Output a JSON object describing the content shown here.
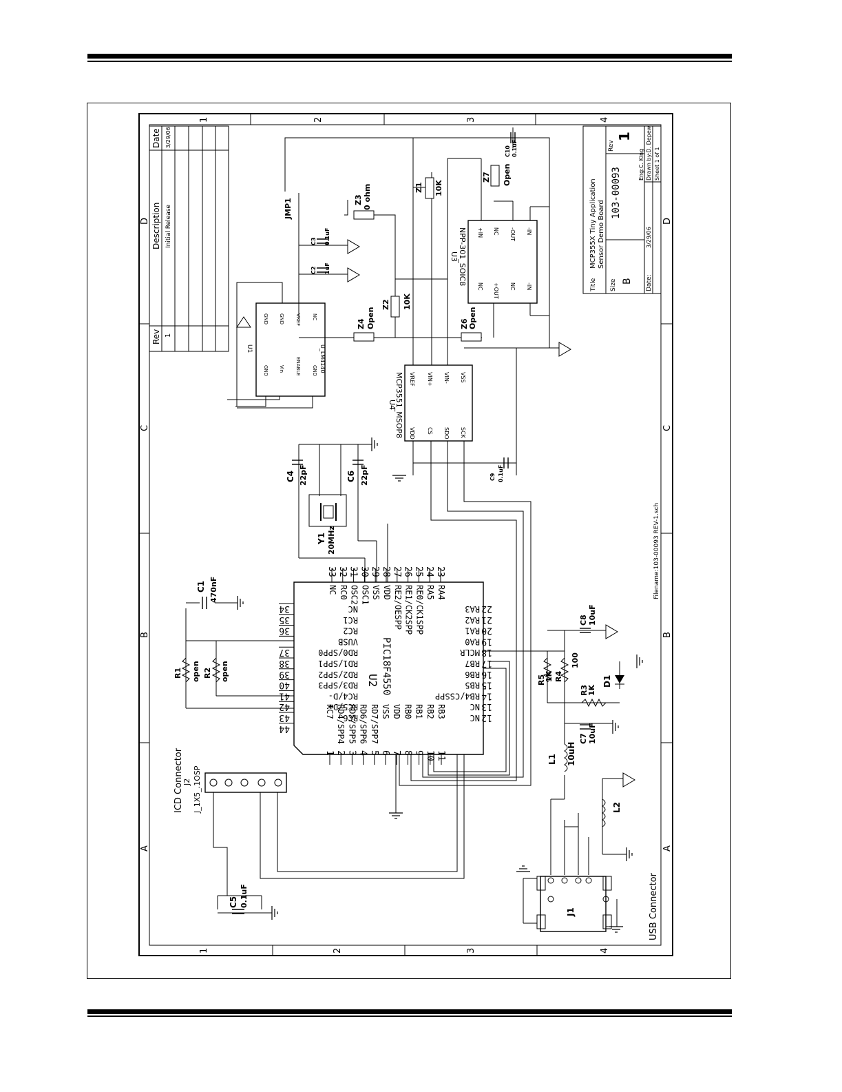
{
  "title_block": {
    "title_label": "Title",
    "title_line1": "MCP355X Tiny Application",
    "title_line2": "Sensor Demo Board",
    "size_label": "Size",
    "size": "B",
    "doc_number": "103-00093",
    "rev_label": "Rev",
    "rev": "1",
    "date_label": "Date:",
    "date": "3/29/06",
    "engineer": "Eng:C. King",
    "drawn_by": "Drawn by:D. Depew",
    "sheet": "Sheet 1 of   1",
    "filename": "Filename:103-00093  REV-1.sch"
  },
  "revision_table": {
    "headers": [
      "Rev",
      "Description",
      "Date"
    ],
    "rows": [
      {
        "rev": "1",
        "description": "Initial Release",
        "date": "3/29/06"
      }
    ]
  },
  "border_zones": {
    "numbers": [
      "1",
      "2",
      "3",
      "4"
    ],
    "letters": [
      "A",
      "B",
      "C",
      "D"
    ]
  },
  "components": {
    "U1": {
      "ref": "U1",
      "part": "U_LM4140",
      "pins": {
        "p1": "GND",
        "p2": "Vin",
        "p3": "ENABLE",
        "p4": "GND",
        "p5": "NC",
        "p6": "VREF",
        "p7": "GND",
        "p8": "GND"
      }
    },
    "U2": {
      "ref": "U2",
      "part": "PIC18F4550"
    },
    "U3": {
      "ref": "U3",
      "part": "NPP-301_SOIC8",
      "pins": {
        "p1": "NC",
        "p2": "+OUT",
        "p3": "NC",
        "p4": "-IN",
        "p5": "-IN",
        "p6": "-OUT",
        "p7": "NC",
        "p8": "+IN"
      }
    },
    "U4": {
      "ref": "U4",
      "part": "MCP3551_MSOP8",
      "pins": {
        "p1": "VREF",
        "p2": "VIN+",
        "p3": "VIN-",
        "p4": "VSS",
        "p5": "SCK",
        "p6": "SDO",
        "p7": "CS",
        "p8": "VDD"
      }
    },
    "Y1": {
      "ref": "Y1",
      "value": "20MHz"
    },
    "C1": {
      "ref": "C1",
      "value": "470nF"
    },
    "C2": {
      "ref": "C2",
      "value": "1uF"
    },
    "C3": {
      "ref": "C3",
      "value": "0.1uF"
    },
    "C4": {
      "ref": "C4",
      "value": "22pF"
    },
    "C5": {
      "ref": "C5",
      "value": "0.1uF"
    },
    "C6": {
      "ref": "C6",
      "value": "22pF"
    },
    "C7": {
      "ref": "C7",
      "value": "10uF"
    },
    "C8": {
      "ref": "C8",
      "value": "10uF"
    },
    "C9": {
      "ref": "C9",
      "value": "0.1uF"
    },
    "C10": {
      "ref": "C10",
      "value": "0.1uF"
    },
    "R1": {
      "ref": "R1",
      "value": "open"
    },
    "R2": {
      "ref": "R2",
      "value": "open"
    },
    "R3": {
      "ref": "R3",
      "value": "1K"
    },
    "R4": {
      "ref": "R4",
      "value": "100"
    },
    "R5": {
      "ref": "R5",
      "value": "1K"
    },
    "Z1": {
      "ref": "Z1",
      "value": "10K"
    },
    "Z2": {
      "ref": "Z2",
      "value": "10K"
    },
    "Z3": {
      "ref": "Z3",
      "value": "0 ohm"
    },
    "Z4": {
      "ref": "Z4",
      "value": "Open"
    },
    "Z6": {
      "ref": "Z6",
      "value": "Open"
    },
    "Z7": {
      "ref": "Z7",
      "value": "Open"
    },
    "L1": {
      "ref": "L1",
      "value": "10uH"
    },
    "L2": {
      "ref": "L2"
    },
    "D1": {
      "ref": "D1"
    },
    "J1": {
      "ref": "J1"
    },
    "J2": {
      "ref": "J2",
      "part": "J_1X5_.1OSP"
    },
    "JMP1": {
      "ref": "JMP1"
    }
  },
  "pic_pins": {
    "top": [
      {
        "num": "33",
        "name": "NC"
      },
      {
        "num": "32",
        "name": "RC0"
      },
      {
        "num": "31",
        "name": "OSC2"
      },
      {
        "num": "30",
        "name": "OSC1"
      },
      {
        "num": "29",
        "name": "VSS"
      },
      {
        "num": "28",
        "name": "VDD"
      },
      {
        "num": "27",
        "name": "RE2/OESPP"
      },
      {
        "num": "26",
        "name": "RE1/CK2SPP"
      },
      {
        "num": "25",
        "name": "RE0/CK1SPP"
      },
      {
        "num": "24",
        "name": "RA5"
      },
      {
        "num": "23",
        "name": "RA4"
      }
    ],
    "left": [
      {
        "num": "34",
        "name": "NC"
      },
      {
        "num": "35",
        "name": "RC1"
      },
      {
        "num": "36",
        "name": "RC2"
      },
      {
        "num": "",
        "name": "VUSB"
      },
      {
        "num": "37",
        "name": "RD0/SPP0"
      },
      {
        "num": "38",
        "name": "RD1/SPP1"
      },
      {
        "num": "39",
        "name": "RD2/SPP2"
      },
      {
        "num": "40",
        "name": "RD3/SPP3"
      },
      {
        "num": "41",
        "name": "RC4/D-"
      },
      {
        "num": "42",
        "name": "RC5/D+"
      },
      {
        "num": "43",
        "name": "RC6"
      },
      {
        "num": "44",
        "name": ""
      }
    ],
    "right": [
      {
        "num": "22",
        "name": "RA3"
      },
      {
        "num": "21",
        "name": "RA2"
      },
      {
        "num": "20",
        "name": "RA1"
      },
      {
        "num": "19",
        "name": "RA0"
      },
      {
        "num": "18",
        "name": "MCLR"
      },
      {
        "num": "17",
        "name": "RB7"
      },
      {
        "num": "16",
        "name": "RB6"
      },
      {
        "num": "15",
        "name": "RB5"
      },
      {
        "num": "14",
        "name": "RB4/CSSPP"
      },
      {
        "num": "13",
        "name": "NC"
      },
      {
        "num": "12",
        "name": "NC"
      }
    ],
    "bottom": [
      {
        "num": "1",
        "name": "RC7"
      },
      {
        "num": "2",
        "name": "RD4/SPP4"
      },
      {
        "num": "3",
        "name": "RD5/SPP5"
      },
      {
        "num": "4",
        "name": "RD6/SPP6"
      },
      {
        "num": "5",
        "name": "RD7/SPP7"
      },
      {
        "num": "6",
        "name": "VSS"
      },
      {
        "num": "7",
        "name": "VDD"
      },
      {
        "num": "8",
        "name": "RB0"
      },
      {
        "num": "9",
        "name": "RB1"
      },
      {
        "num": "10",
        "name": "RB2"
      },
      {
        "num": "11",
        "name": "RB3"
      }
    ]
  },
  "labels": {
    "icd_connector": "ICD Connector",
    "usb_connector": "USB Connector"
  }
}
